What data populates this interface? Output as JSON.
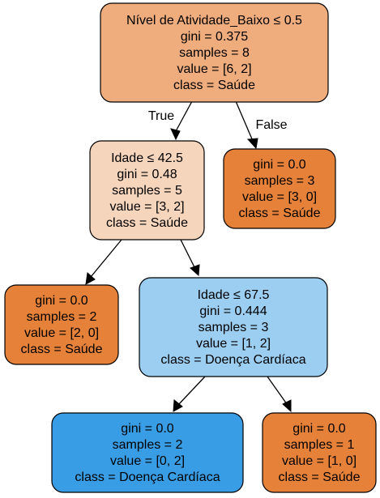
{
  "nodes": {
    "root": {
      "lines": [
        "Nível de Atividade_Baixo ≤ 0.5",
        "gini = 0.375",
        "samples = 8",
        "value = [6, 2]",
        "class = Saúde"
      ],
      "fill": "#efac7d"
    },
    "right_leaf": {
      "lines": [
        "gini = 0.0",
        "samples = 3",
        "value = [3, 0]",
        "class = Saúde"
      ],
      "fill": "#e58139"
    },
    "idade_42": {
      "lines": [
        "Idade ≤ 42.5",
        "gini = 0.48",
        "samples = 5",
        "value = [3, 2]",
        "class = Saúde"
      ],
      "fill": "#f6d5bd"
    },
    "left_leaf": {
      "lines": [
        "gini = 0.0",
        "samples = 2",
        "value = [2, 0]",
        "class = Saúde"
      ],
      "fill": "#e58139"
    },
    "idade_67": {
      "lines": [
        "Idade ≤ 67.5",
        "gini = 0.444",
        "samples = 3",
        "value = [1, 2]",
        "class = Doença Cardíaca"
      ],
      "fill": "#9ccef2"
    },
    "bottom_left_leaf": {
      "lines": [
        "gini = 0.0",
        "samples = 2",
        "value = [0, 2]",
        "class = Doença Cardíaca"
      ],
      "fill": "#399de5"
    },
    "bottom_right_leaf": {
      "lines": [
        "gini = 0.0",
        "samples = 1",
        "value = [1, 0]",
        "class = Saúde"
      ],
      "fill": "#e58139"
    }
  },
  "edge_labels": {
    "true_label": "True",
    "false_label": "False"
  }
}
